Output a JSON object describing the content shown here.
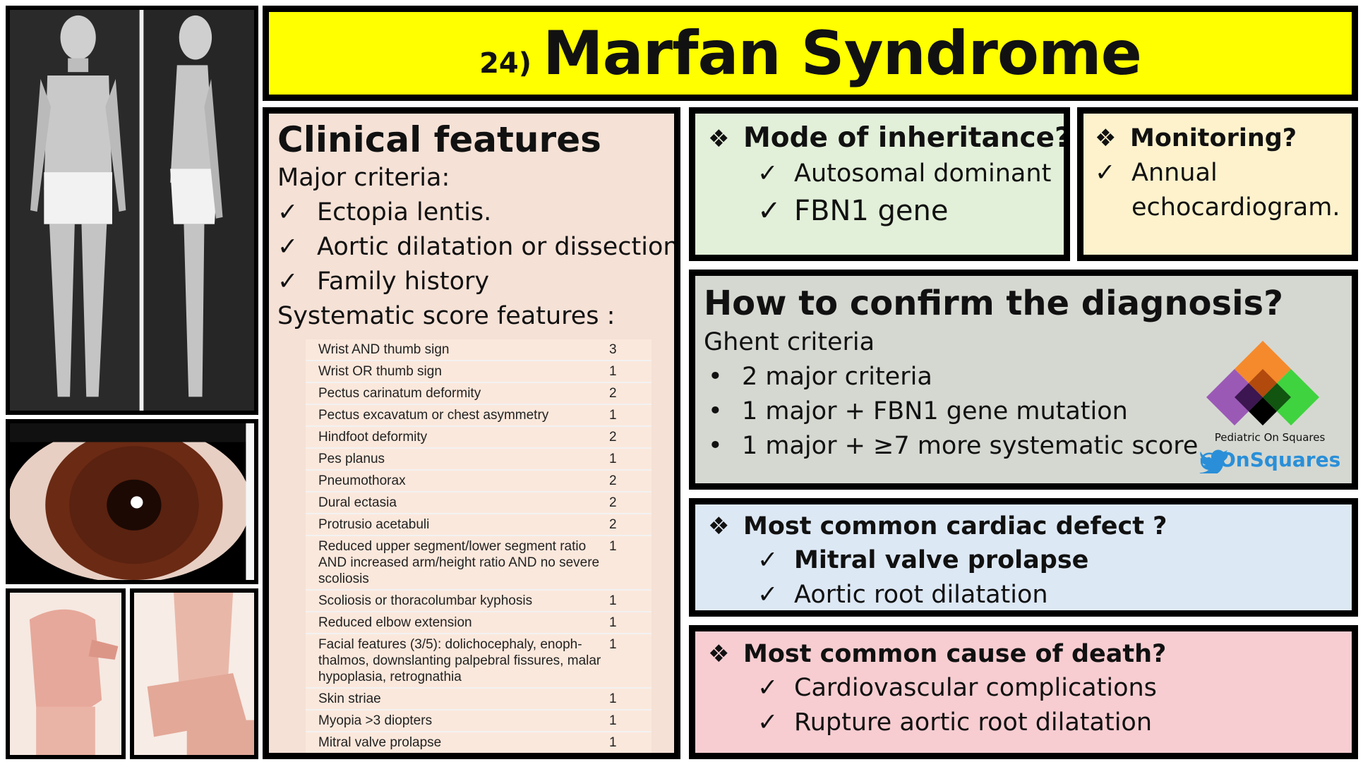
{
  "title": {
    "number": "24)",
    "text": "Marfan Syndrome"
  },
  "clinical": {
    "heading": "Clinical features",
    "major_label": "Major criteria:",
    "major_items": [
      "Ectopia lentis.",
      "Aortic dilatation or dissection.",
      "Family history"
    ],
    "systemic_label": "Systematic score features :",
    "score_rows": [
      {
        "feature": "Wrist AND thumb sign",
        "score": "3"
      },
      {
        "feature": "Wrist OR thumb sign",
        "score": "1"
      },
      {
        "feature": "Pectus carinatum deformity",
        "score": "2"
      },
      {
        "feature": "Pectus excavatum or chest asymmetry",
        "score": "1"
      },
      {
        "feature": "Hindfoot deformity",
        "score": "2"
      },
      {
        "feature": "Pes planus",
        "score": "1"
      },
      {
        "feature": "Pneumothorax",
        "score": "2"
      },
      {
        "feature": "Dural ectasia",
        "score": "2"
      },
      {
        "feature": "Protrusio acetabuli",
        "score": "2"
      },
      {
        "feature": "Reduced upper segment/lower segment ratio AND increased arm/height ratio AND no severe scoliosis",
        "score": "1"
      },
      {
        "feature": "Scoliosis or thoracolumbar kyphosis",
        "score": "1"
      },
      {
        "feature": "Reduced elbow extension",
        "score": "1"
      },
      {
        "feature": "Facial features (3/5): dolichocephaly, enoph-thalmos, downslanting palpebral fissures, malar hypoplasia, retrognathia",
        "score": "1"
      },
      {
        "feature": "Skin striae",
        "score": "1"
      },
      {
        "feature": "Myopia >3 diopters",
        "score": "1"
      },
      {
        "feature": "Mitral valve prolapse",
        "score": "1"
      }
    ]
  },
  "inheritance": {
    "heading": "Mode of inheritance?",
    "items": [
      "Autosomal dominant",
      "FBN1 gene"
    ]
  },
  "monitoring": {
    "heading": "Monitoring?",
    "item_line1": "Annual",
    "item_line2": "echocardiogram."
  },
  "confirm": {
    "heading": "How to confirm the diagnosis?",
    "subheading": "Ghent criteria",
    "bullets": [
      "2 major criteria",
      "1 major + FBN1 gene mutation",
      "1 major + ≥7 more systematic score"
    ]
  },
  "cardiac": {
    "heading": "Most common cardiac defect ?",
    "items": [
      "Mitral valve prolapse",
      "Aortic root dilatation"
    ]
  },
  "death": {
    "heading": "Most common cause of death?",
    "items": [
      "Cardiovascular complications",
      "Rupture aortic root dilatation"
    ]
  },
  "logo": {
    "tagline": "Pediatric On Squares",
    "handle": "@OnSquares"
  },
  "symbols": {
    "check": "✓",
    "diamond": "❖",
    "bullet": "•"
  },
  "colors": {
    "title_bg": "#ffff00",
    "clinical_bg": "#f5e1d6",
    "inheritance_bg": "#e2efd9",
    "monitoring_bg": "#fdf2cc",
    "confirm_bg": "#d5d8d1",
    "cardiac_bg": "#dde8f5",
    "death_bg": "#f7cdd1",
    "handle": "#2a8fd8"
  }
}
